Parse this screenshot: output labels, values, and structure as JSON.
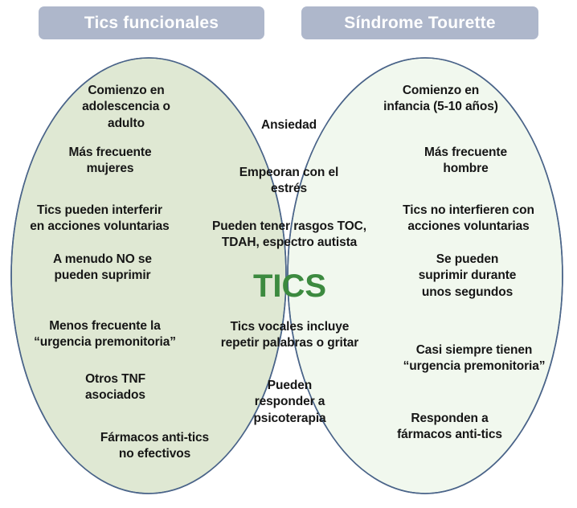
{
  "headers": {
    "left": {
      "label": "Tics funcionales",
      "color": "#aeb7cb"
    },
    "right": {
      "label": "Síndrome Tourette",
      "color": "#aeb7cb"
    }
  },
  "colors": {
    "left_circle_fill": "#dfe8d3",
    "right_circle_fill": "#f1f8ed",
    "overlap_fill": "#dce6cf",
    "circle_stroke": "#4a6489",
    "text": "#161616",
    "tics_label": "#3c8a3f",
    "background": "#ffffff"
  },
  "center_label": "TICS",
  "left_only": [
    "Comienzo en\nadolescencia o\nadulto",
    "Más frecuente\nmujeres",
    "Tics pueden interferir\nen acciones voluntarias",
    "A menudo NO se\npueden suprimir",
    "Menos frecuente la\n“urgencia premonitoria”",
    "Otros TNF\nasociados",
    "Fármacos anti-tics\nno efectivos"
  ],
  "shared": [
    "Ansiedad",
    "Empeoran con el\nestrés",
    "Pueden tener rasgos TOC,\nTDAH, espectro autista",
    "Tics vocales incluye\nrepetir palabras o gritar",
    "Pueden\nresponder a\npsicoterapia"
  ],
  "right_only": [
    "Comienzo en\ninfancia (5-10 años)",
    "Más frecuente\nhombre",
    "Tics no interfieren con\nacciones voluntarias",
    "Se pueden\nsuprimir durante\nunos segundos",
    "Casi siempre tienen\n“urgencia premonitoria”",
    "Responden a\nfármacos anti-tics"
  ]
}
